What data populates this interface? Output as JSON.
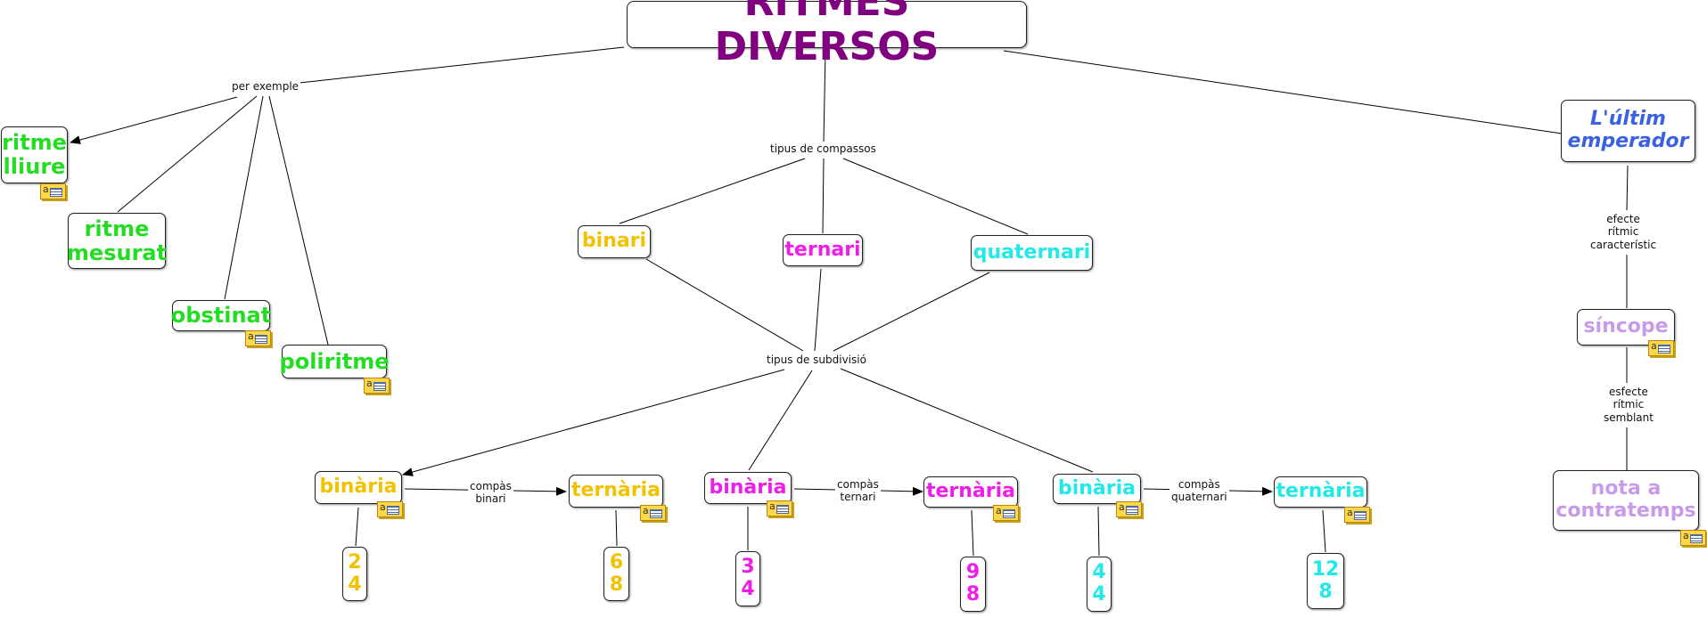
{
  "title": "RITMES DIVERSOS",
  "colors": {
    "title": "#800080",
    "green": "#22dd22",
    "yellow": "#f2c200",
    "magenta": "#ee1ee8",
    "cyan": "#22e8e8",
    "blue": "#3a62e0",
    "lavender": "#c79bea"
  },
  "nodes": {
    "ritme_lliure": "ritme\nlliure",
    "ritme_mesurat": "ritme\nmesurat",
    "obstinat": "obstinat",
    "poliritme": "poliritme",
    "binari": "binari",
    "ternari": "ternari",
    "quaternari": "quaternari",
    "ultim_emperador": "L'últim\nemperador",
    "sincope": "síncope",
    "nota_contratemps": "nota a\ncontratemps",
    "binaria_1": "binària",
    "ternaria_1": "ternària",
    "binaria_2": "binària",
    "ternaria_2": "ternària",
    "binaria_3": "binària",
    "ternaria_3": "ternària",
    "m_2_4": "2\n4",
    "m_6_8": "6\n8",
    "m_3_4": "3\n4",
    "m_9_8": "9\n8",
    "m_4_4": "4\n4",
    "m_12_8": "12\n8"
  },
  "links": {
    "per_exemple": "per exemple",
    "tipus_compassos": "tipus de compassos",
    "tipus_subdivisio": "tipus de subdivisió",
    "efecte_ritmic": "efecte\nrítmic\ncaracterístic",
    "esfecte_ritmic": "esfecte\nrítmic\nsemblant",
    "compas_binari": "compàs\nbinari",
    "compas_ternari": "compàs\nternari",
    "compas_quaternari": "compàs\nquaternari"
  }
}
